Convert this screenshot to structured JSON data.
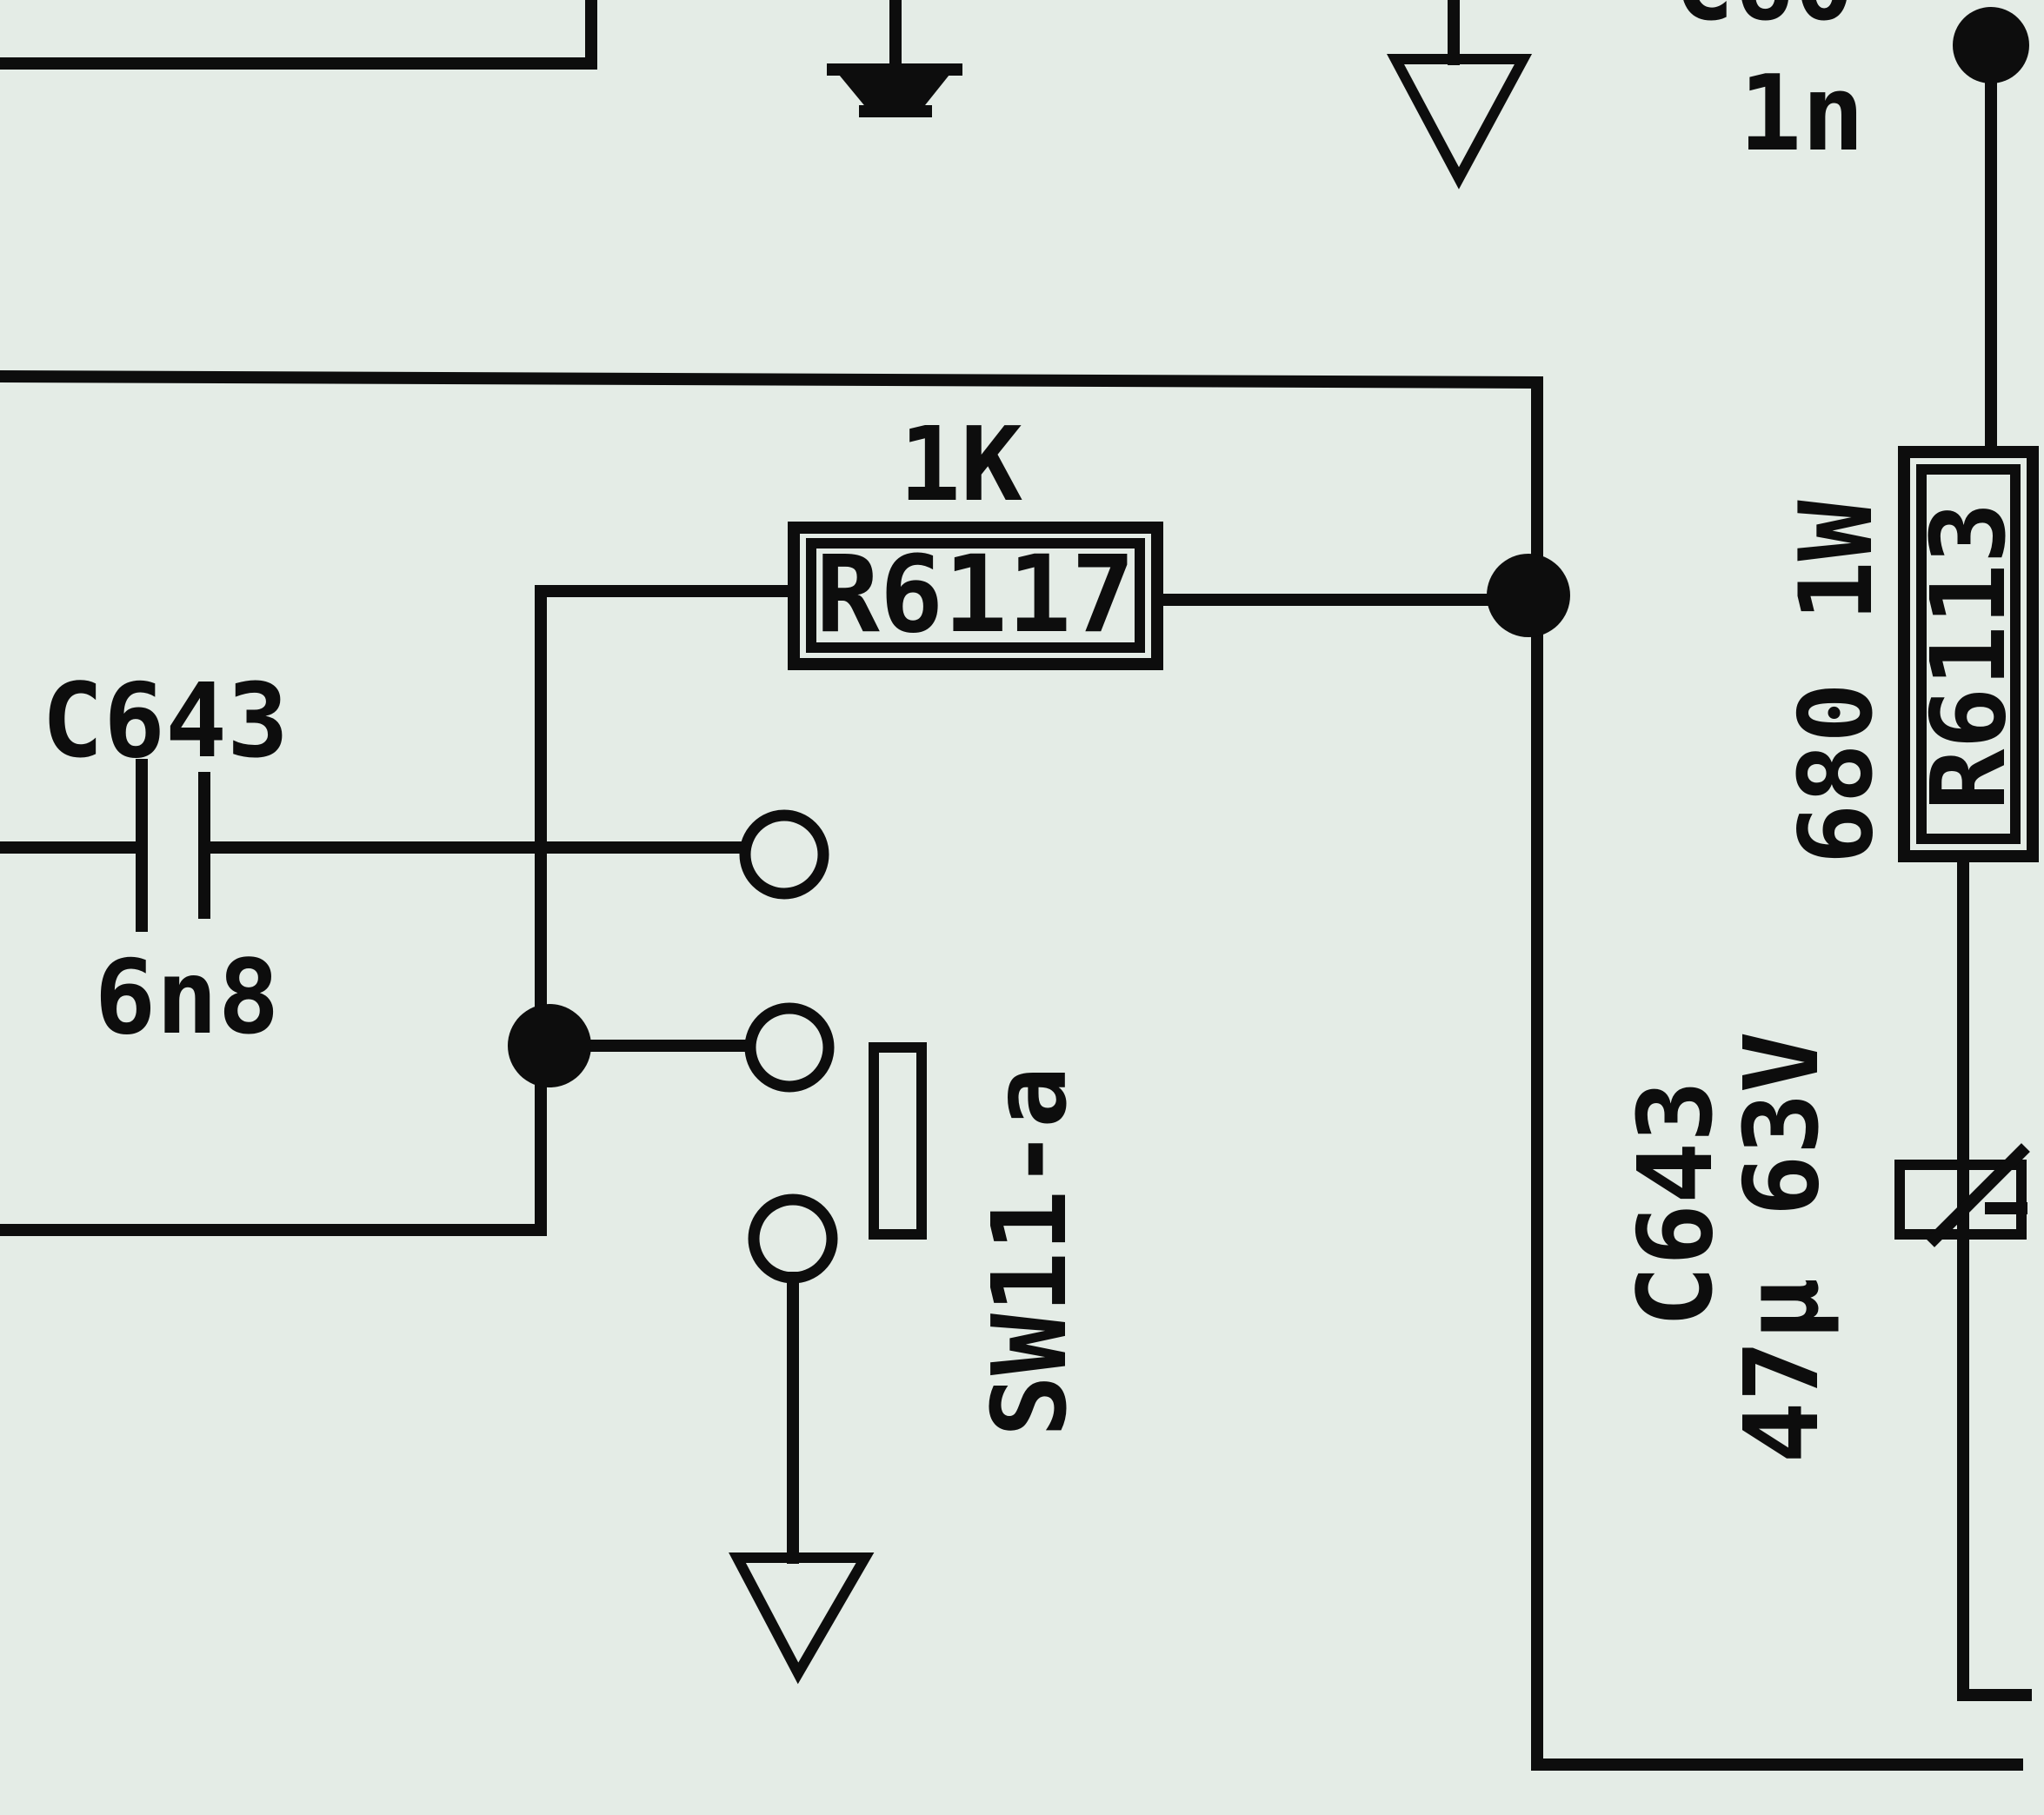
{
  "colors": {
    "paper": "#e4ece6",
    "ink": "#0d0d0d"
  },
  "labels": {
    "top_cap_value": "1n",
    "r6117_ref": "R6117",
    "r6117_value": "1K",
    "c643_small_ref": "C643",
    "c643_small_value": "6n8",
    "switch_ref": "SW11-a",
    "c643_large_ref": "C643",
    "c643_large_value": "47µ 63V",
    "r6113_ref": "R6113",
    "r6113_value": "680 1W"
  }
}
